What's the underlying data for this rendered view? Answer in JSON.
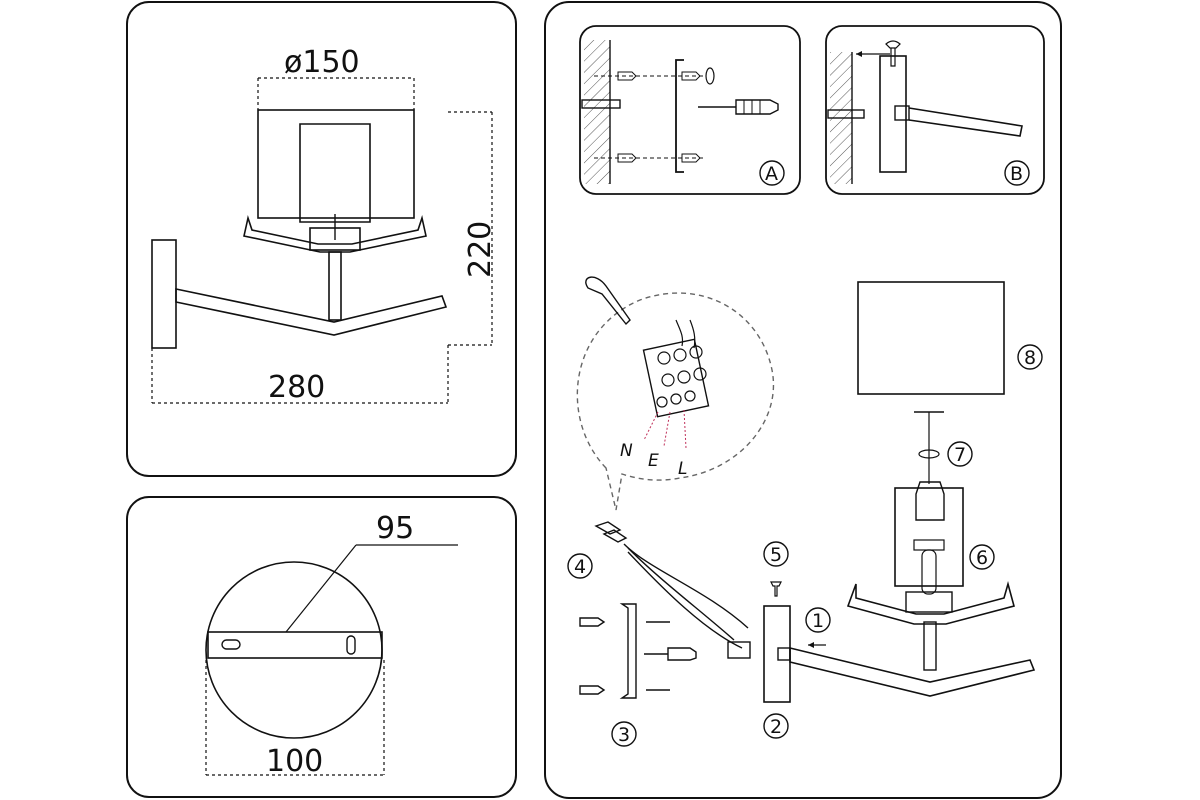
{
  "dimensions": {
    "shade_diameter": "ø150",
    "height": "220",
    "width": "280",
    "bracket_width": "95",
    "base_diameter": "100"
  },
  "detail_labels": {
    "a": "A",
    "b": "B"
  },
  "wires": {
    "neutral": "N",
    "earth": "E",
    "live": "L"
  },
  "steps": [
    "1",
    "2",
    "3",
    "4",
    "5",
    "6",
    "7",
    "8"
  ]
}
